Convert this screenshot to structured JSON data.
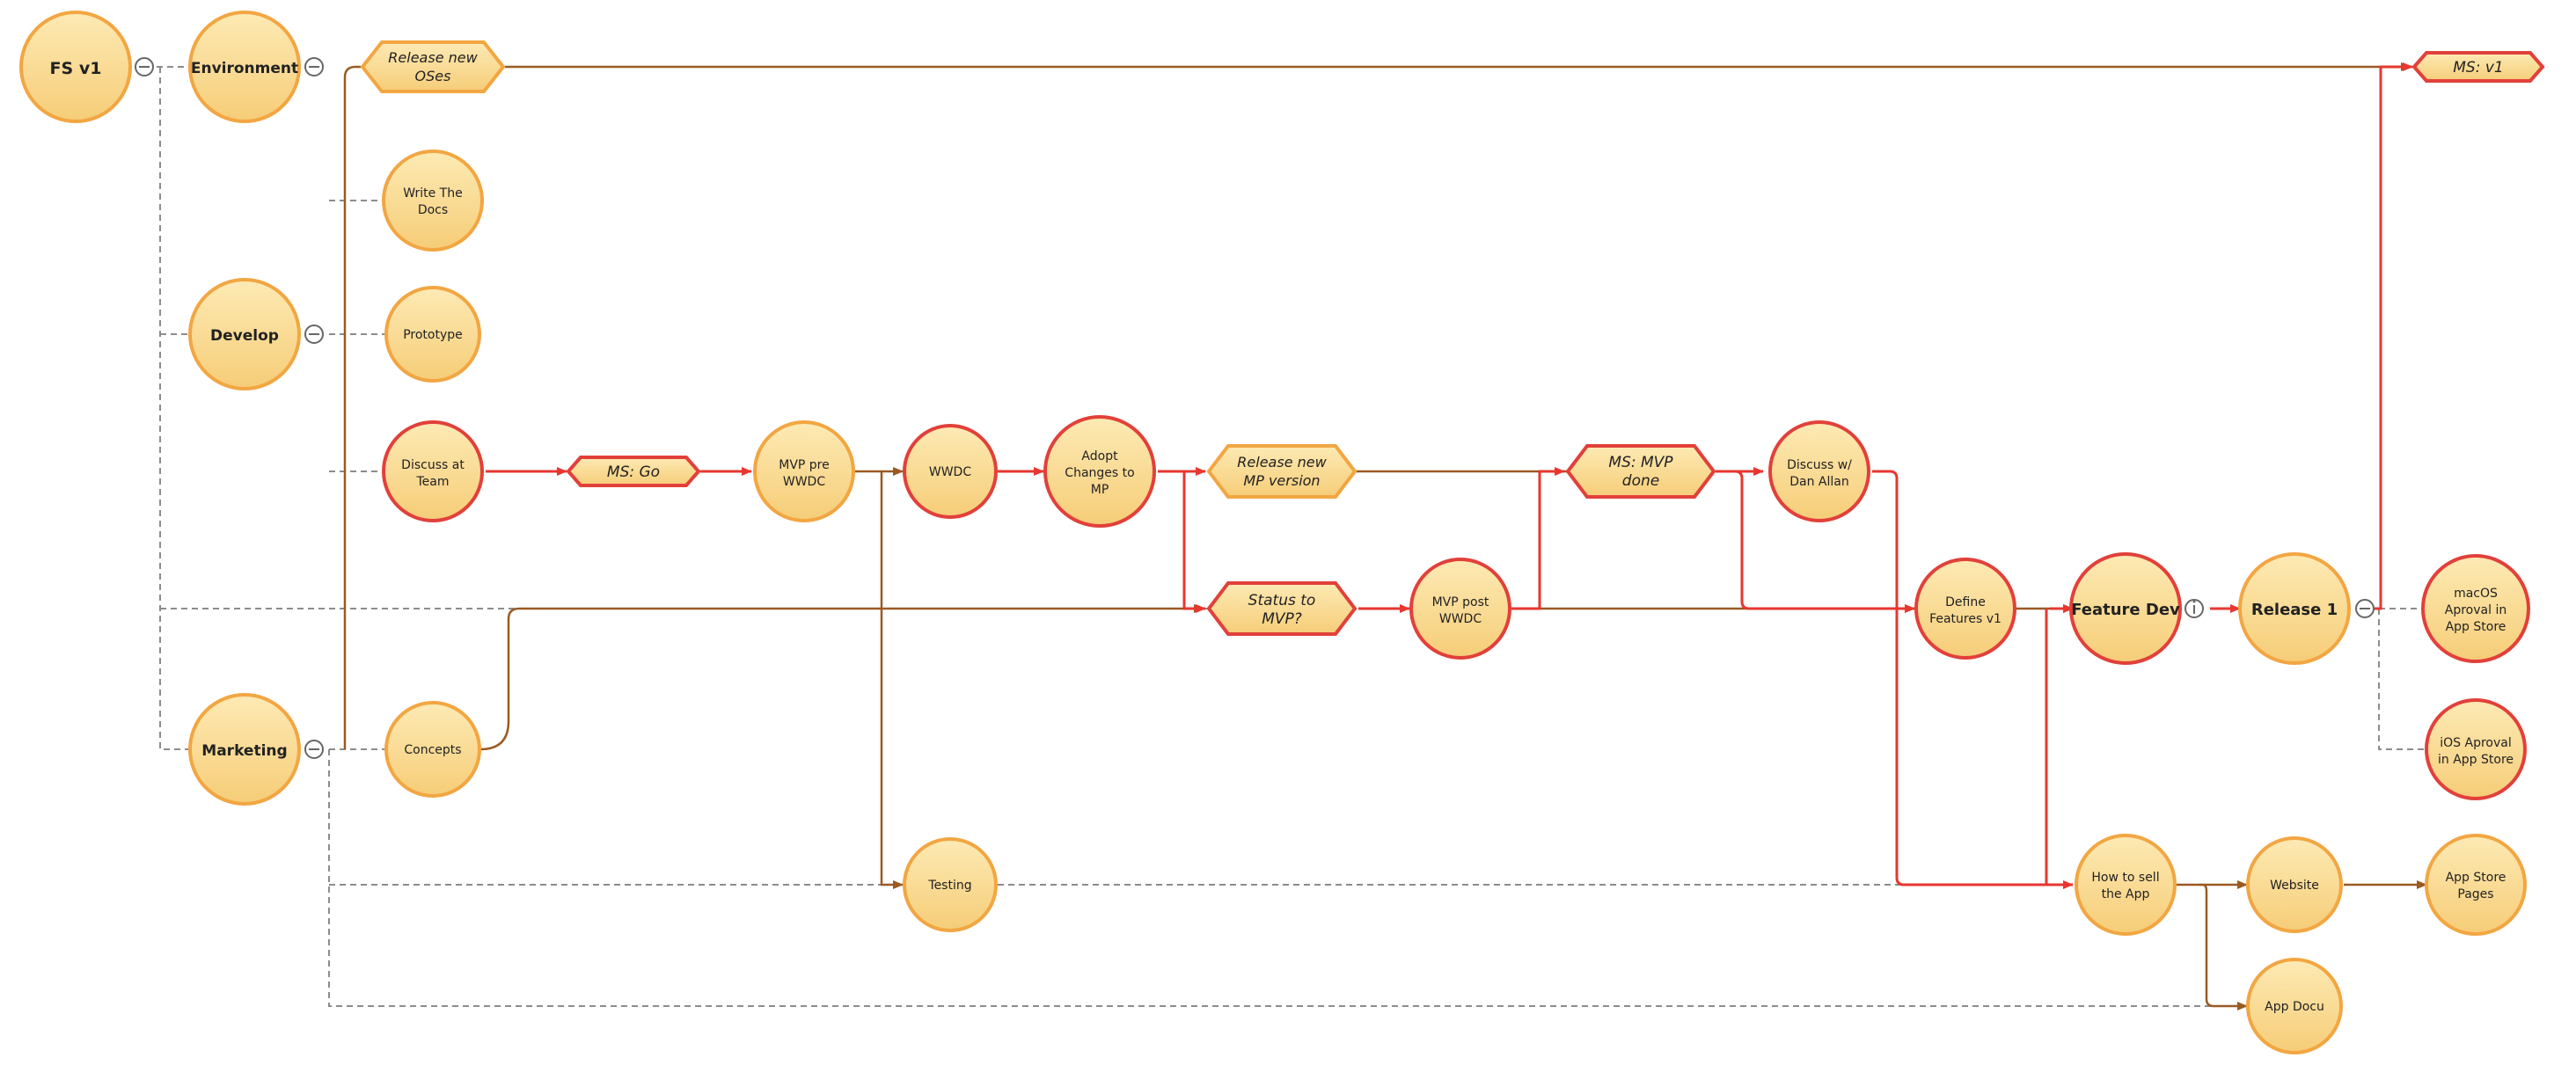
{
  "colors": {
    "node_fill_top": "#fde8ae",
    "node_fill_bottom": "#f7cf7c",
    "border_orange": "#f2a642",
    "border_red": "#e2403a",
    "line_brown": "#9a5a22",
    "line_red": "#e8372f",
    "dashed_gray": "#8c8c8c"
  },
  "nodes": {
    "fs_v1": {
      "label": "FS v1"
    },
    "environment": {
      "label": "Environment"
    },
    "release_new_oses": {
      "label": "Release new OSes"
    },
    "ms_v1": {
      "label": "MS: v1"
    },
    "write_the_docs": {
      "label": "Write The Docs"
    },
    "develop": {
      "label": "Develop"
    },
    "prototype": {
      "label": "Prototype"
    },
    "discuss_at_team": {
      "label": "Discuss at Team"
    },
    "ms_go": {
      "label": "MS: Go"
    },
    "mvp_pre_wwdc": {
      "label": "MVP pre WWDC"
    },
    "wwdc": {
      "label": "WWDC"
    },
    "adopt_changes": {
      "label": "Adopt Changes to MP"
    },
    "release_new_mp": {
      "label": "Release new MP version"
    },
    "ms_mvp_done": {
      "label": "MS: MVP done"
    },
    "discuss_dan_allan": {
      "label": "Discuss w/ Dan Allan"
    },
    "status_to_mvp": {
      "label": "Status to MVP?"
    },
    "mvp_post_wwdc": {
      "label": "MVP post WWDC"
    },
    "define_features": {
      "label": "Define Features v1"
    },
    "feature_dev": {
      "label": "Feature Dev"
    },
    "release_1": {
      "label": "Release 1"
    },
    "macos_approval": {
      "label": "macOS Aproval in App Store"
    },
    "ios_approval": {
      "label": "iOS Aproval in App Store"
    },
    "marketing": {
      "label": "Marketing"
    },
    "concepts": {
      "label": "Concepts"
    },
    "testing": {
      "label": "Testing"
    },
    "how_to_sell": {
      "label": "How to sell the App"
    },
    "website": {
      "label": "Website"
    },
    "app_store_pages": {
      "label": "App Store Pages"
    },
    "app_docu": {
      "label": "App Docu"
    }
  }
}
